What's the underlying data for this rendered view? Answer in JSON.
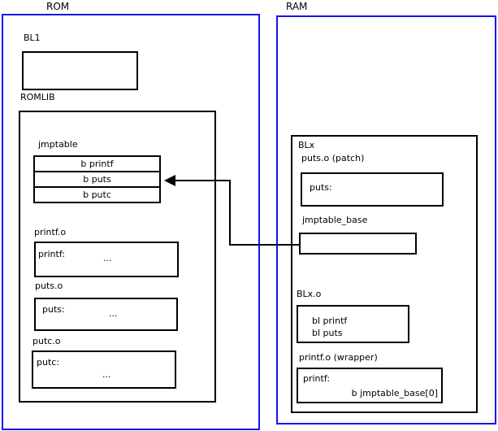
{
  "colors": {
    "frame_blue": "#1414f0",
    "line_black": "#000000",
    "background": "#ffffff"
  },
  "rom": {
    "title": "ROM",
    "bl1_label": "BL1",
    "romlib_label": "ROMLIB",
    "jmptable": {
      "label": "jmptable",
      "entries": [
        "b printf",
        "b puts",
        "b putc"
      ]
    },
    "objects": [
      {
        "label": "printf.o",
        "symbol": "printf:",
        "ellipsis": "..."
      },
      {
        "label": "puts.o",
        "symbol": "puts:",
        "ellipsis": "..."
      },
      {
        "label": "putc.o",
        "symbol": "putc:",
        "ellipsis": "..."
      }
    ]
  },
  "ram": {
    "title": "RAM",
    "blx_label": "BLx",
    "puts_patch": {
      "label": "puts.o (patch)",
      "symbol": "puts:"
    },
    "jmptable_base_label": "jmptable_base",
    "blx_o": {
      "label": "BLx.o",
      "instructions": [
        "bl printf",
        "bl puts"
      ]
    },
    "printf_wrapper": {
      "label": "printf.o (wrapper)",
      "symbol": "printf:",
      "instruction": "b jmptable_base[0]"
    }
  },
  "arrow": {
    "description": "jmptable_base points to 'b puts' entry in ROM jmptable"
  }
}
